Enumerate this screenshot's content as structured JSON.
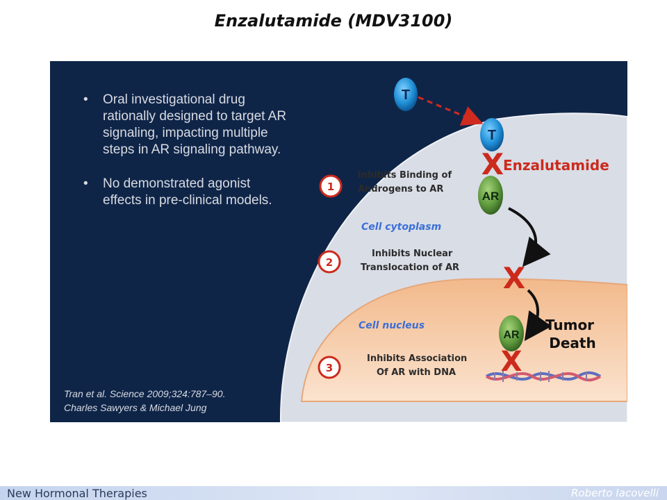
{
  "slide": {
    "title": "Enzalutamide (MDV3100)"
  },
  "bullets": [
    "Oral investigational drug rationally designed to target AR signaling, impacting multiple steps in AR signaling pathway.",
    "No demonstrated agonist effects in pre-clinical models."
  ],
  "citation": [
    "Tran et al. Science 2009;324:787–90.",
    "Charles Sawyers & Michael Jung"
  ],
  "diagram": {
    "testosterone_label": "T",
    "drug_label": "Enzalutamide",
    "receptor_label": "AR",
    "block_mark": "X",
    "cytoplasm_label": "Cell cytoplasm",
    "nucleus_label": "Cell nucleus",
    "outcome_line1": "Tumor",
    "outcome_line2": "Death",
    "steps": [
      {
        "number": "1",
        "line1": "Inhibits Binding of",
        "line2": "Androgens to AR"
      },
      {
        "number": "2",
        "line1": "Inhibits Nuclear",
        "line2": "Translocation of  AR"
      },
      {
        "number": "3",
        "line1": "Inhibits Association",
        "line2": "Of AR with DNA"
      }
    ]
  },
  "colors": {
    "panel_background": "#0f2548",
    "cell_cytoplasm": "#d9dde6",
    "cell_nucleus": "#f6c79e",
    "testosterone": "#1f8fd6",
    "receptor": "#5f9a3e",
    "block": "#cc2a1c",
    "cytoplasm_text": "#3b6fd6"
  },
  "footer": {
    "left": "New Hormonal Therapies",
    "right": "Roberto Iacovelli"
  }
}
